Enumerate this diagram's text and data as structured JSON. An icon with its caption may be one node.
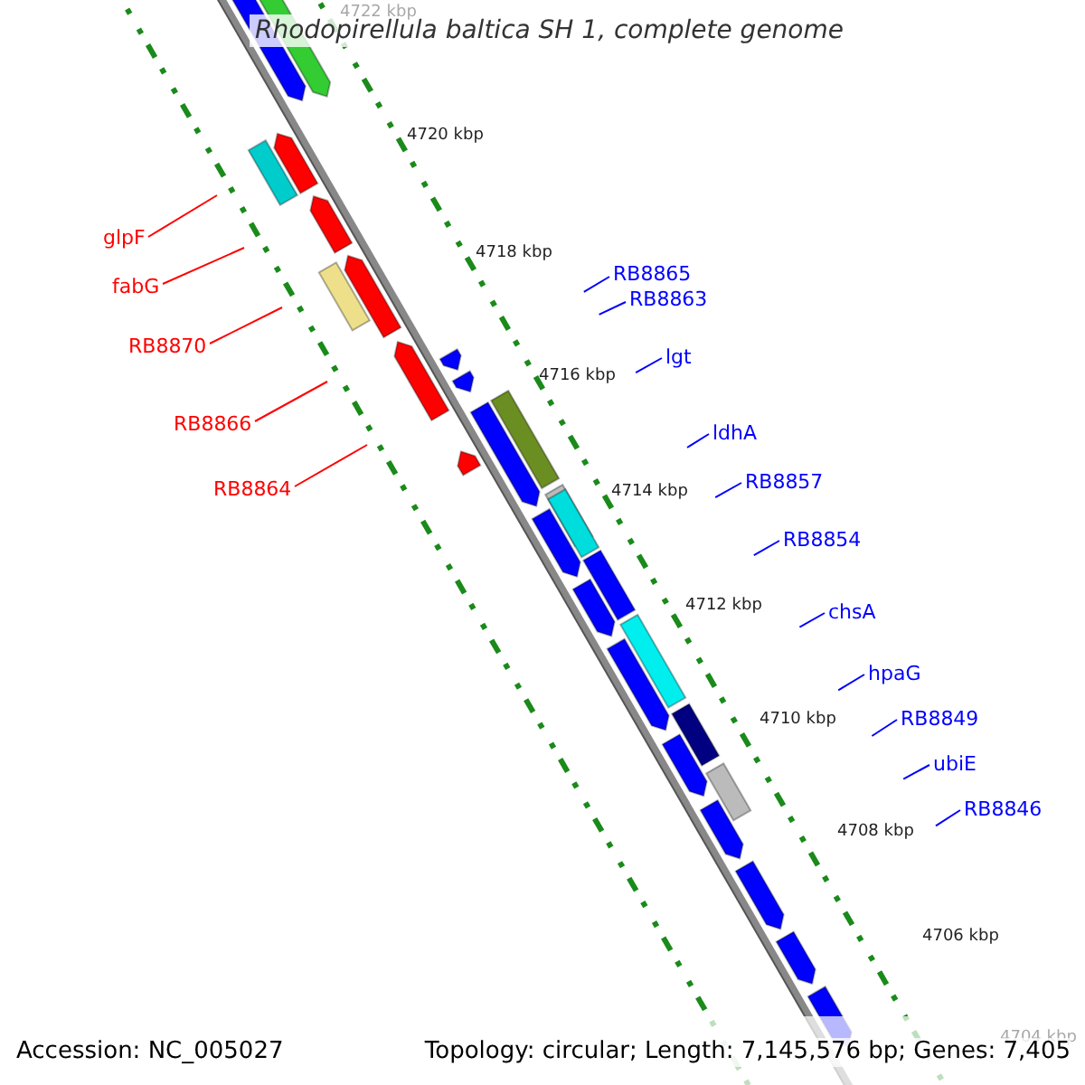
{
  "diagram": {
    "title": "Rhodopirellula baltica SH 1, complete genome",
    "nodes": [
      {
        "text": [
          "glpF"
        ]
      },
      {
        "text": [
          "RB8865"
        ]
      },
      {
        "text": [
          "fabG"
        ]
      },
      {
        "text": [
          "RB8863"
        ]
      },
      {
        "text": [
          "RB8870"
        ]
      },
      {
        "text": [
          "lgt"
        ]
      },
      {
        "text": [
          "RB8866"
        ]
      },
      {
        "text": [
          "ldhA"
        ]
      },
      {
        "text": [
          "RB8857"
        ]
      },
      {
        "text": [
          "RB8864"
        ]
      },
      {
        "text": [
          "RB8854"
        ]
      },
      {
        "text": [
          "chsA"
        ]
      },
      {
        "text": [
          "hpaG"
        ]
      },
      {
        "text": [
          "RB8849"
        ]
      },
      {
        "text": [
          "ubiE"
        ]
      },
      {
        "text": [
          "RB8846"
        ]
      }
    ],
    "edges": [
      {
        "from": 0,
        "to": null,
        "arrow": "none",
        "color": "#ff0000"
      },
      {
        "from": 1,
        "to": null,
        "arrow": "none"
      },
      {
        "from": 2,
        "to": null,
        "arrow": "none",
        "color": "#ff0000"
      },
      {
        "from": 3,
        "to": null,
        "arrow": "none"
      },
      {
        "from": 4,
        "to": null,
        "arrow": "none",
        "color": "#ff0000"
      },
      {
        "from": 5,
        "to": null,
        "arrow": "none"
      },
      {
        "from": 6,
        "to": null,
        "arrow": "none",
        "color": "#ff0000"
      },
      {
        "from": 7,
        "to": null,
        "arrow": "none"
      },
      {
        "from": 8,
        "to": null,
        "arrow": "none"
      },
      {
        "from": 9,
        "to": null,
        "arrow": "none",
        "color": "#ff0000"
      },
      {
        "from": 10,
        "to": null,
        "arrow": "none"
      },
      {
        "from": 11,
        "to": null,
        "arrow": "none"
      },
      {
        "from": 12,
        "to": null,
        "arrow": "none"
      },
      {
        "from": 13,
        "to": null,
        "arrow": "none"
      },
      {
        "from": 14,
        "to": null,
        "arrow": "none"
      },
      {
        "from": 15,
        "to": null,
        "arrow": "none"
      }
    ],
    "labels": [
      "4722 kbp",
      "4720 kbp",
      "4718 kbp",
      "4716 kbp",
      "4714 kbp",
      "4712 kbp",
      "4710 kbp",
      "4708 kbp",
      "4706 kbp",
      "4704 kbp",
      "Accession: NC_005027",
      "Topology: circular; Length: 7,145,576 bp; Genes: 7,405"
    ]
  }
}
